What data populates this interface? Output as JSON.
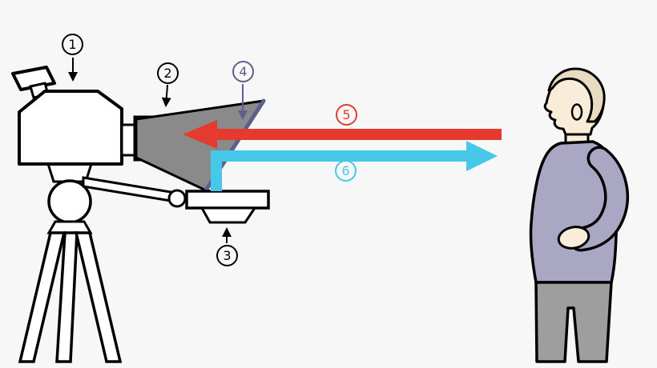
{
  "diagram": {
    "background": "#f7f7f7",
    "labels": [
      {
        "text": "1",
        "name": "video-camera",
        "color": "#000000"
      },
      {
        "text": "2",
        "name": "teleprompter-hood",
        "color": "#000000"
      },
      {
        "text": "3",
        "name": "monitor",
        "color": "#000000"
      },
      {
        "text": "4",
        "name": "beam-splitter-glass",
        "color": "#5e5e90"
      },
      {
        "text": "5",
        "name": "light-from-subject",
        "color": "#e53a30"
      },
      {
        "text": "6",
        "name": "reflected-image-to-subject",
        "color": "#47c8e8"
      }
    ],
    "colors": {
      "red_arrow": "#e53a30",
      "cyan_arrow": "#47c8e8",
      "glass": "#5e5e90",
      "hood": "#8a8a8a",
      "lens_outer": "#c9c9c9",
      "lens_inner": "#9a9a9a",
      "skin": "#f9edda",
      "hair": "#e7dcc1",
      "sweater": "#aaa7c5",
      "pants": "#9e9e9e",
      "outline": "#000000"
    }
  }
}
